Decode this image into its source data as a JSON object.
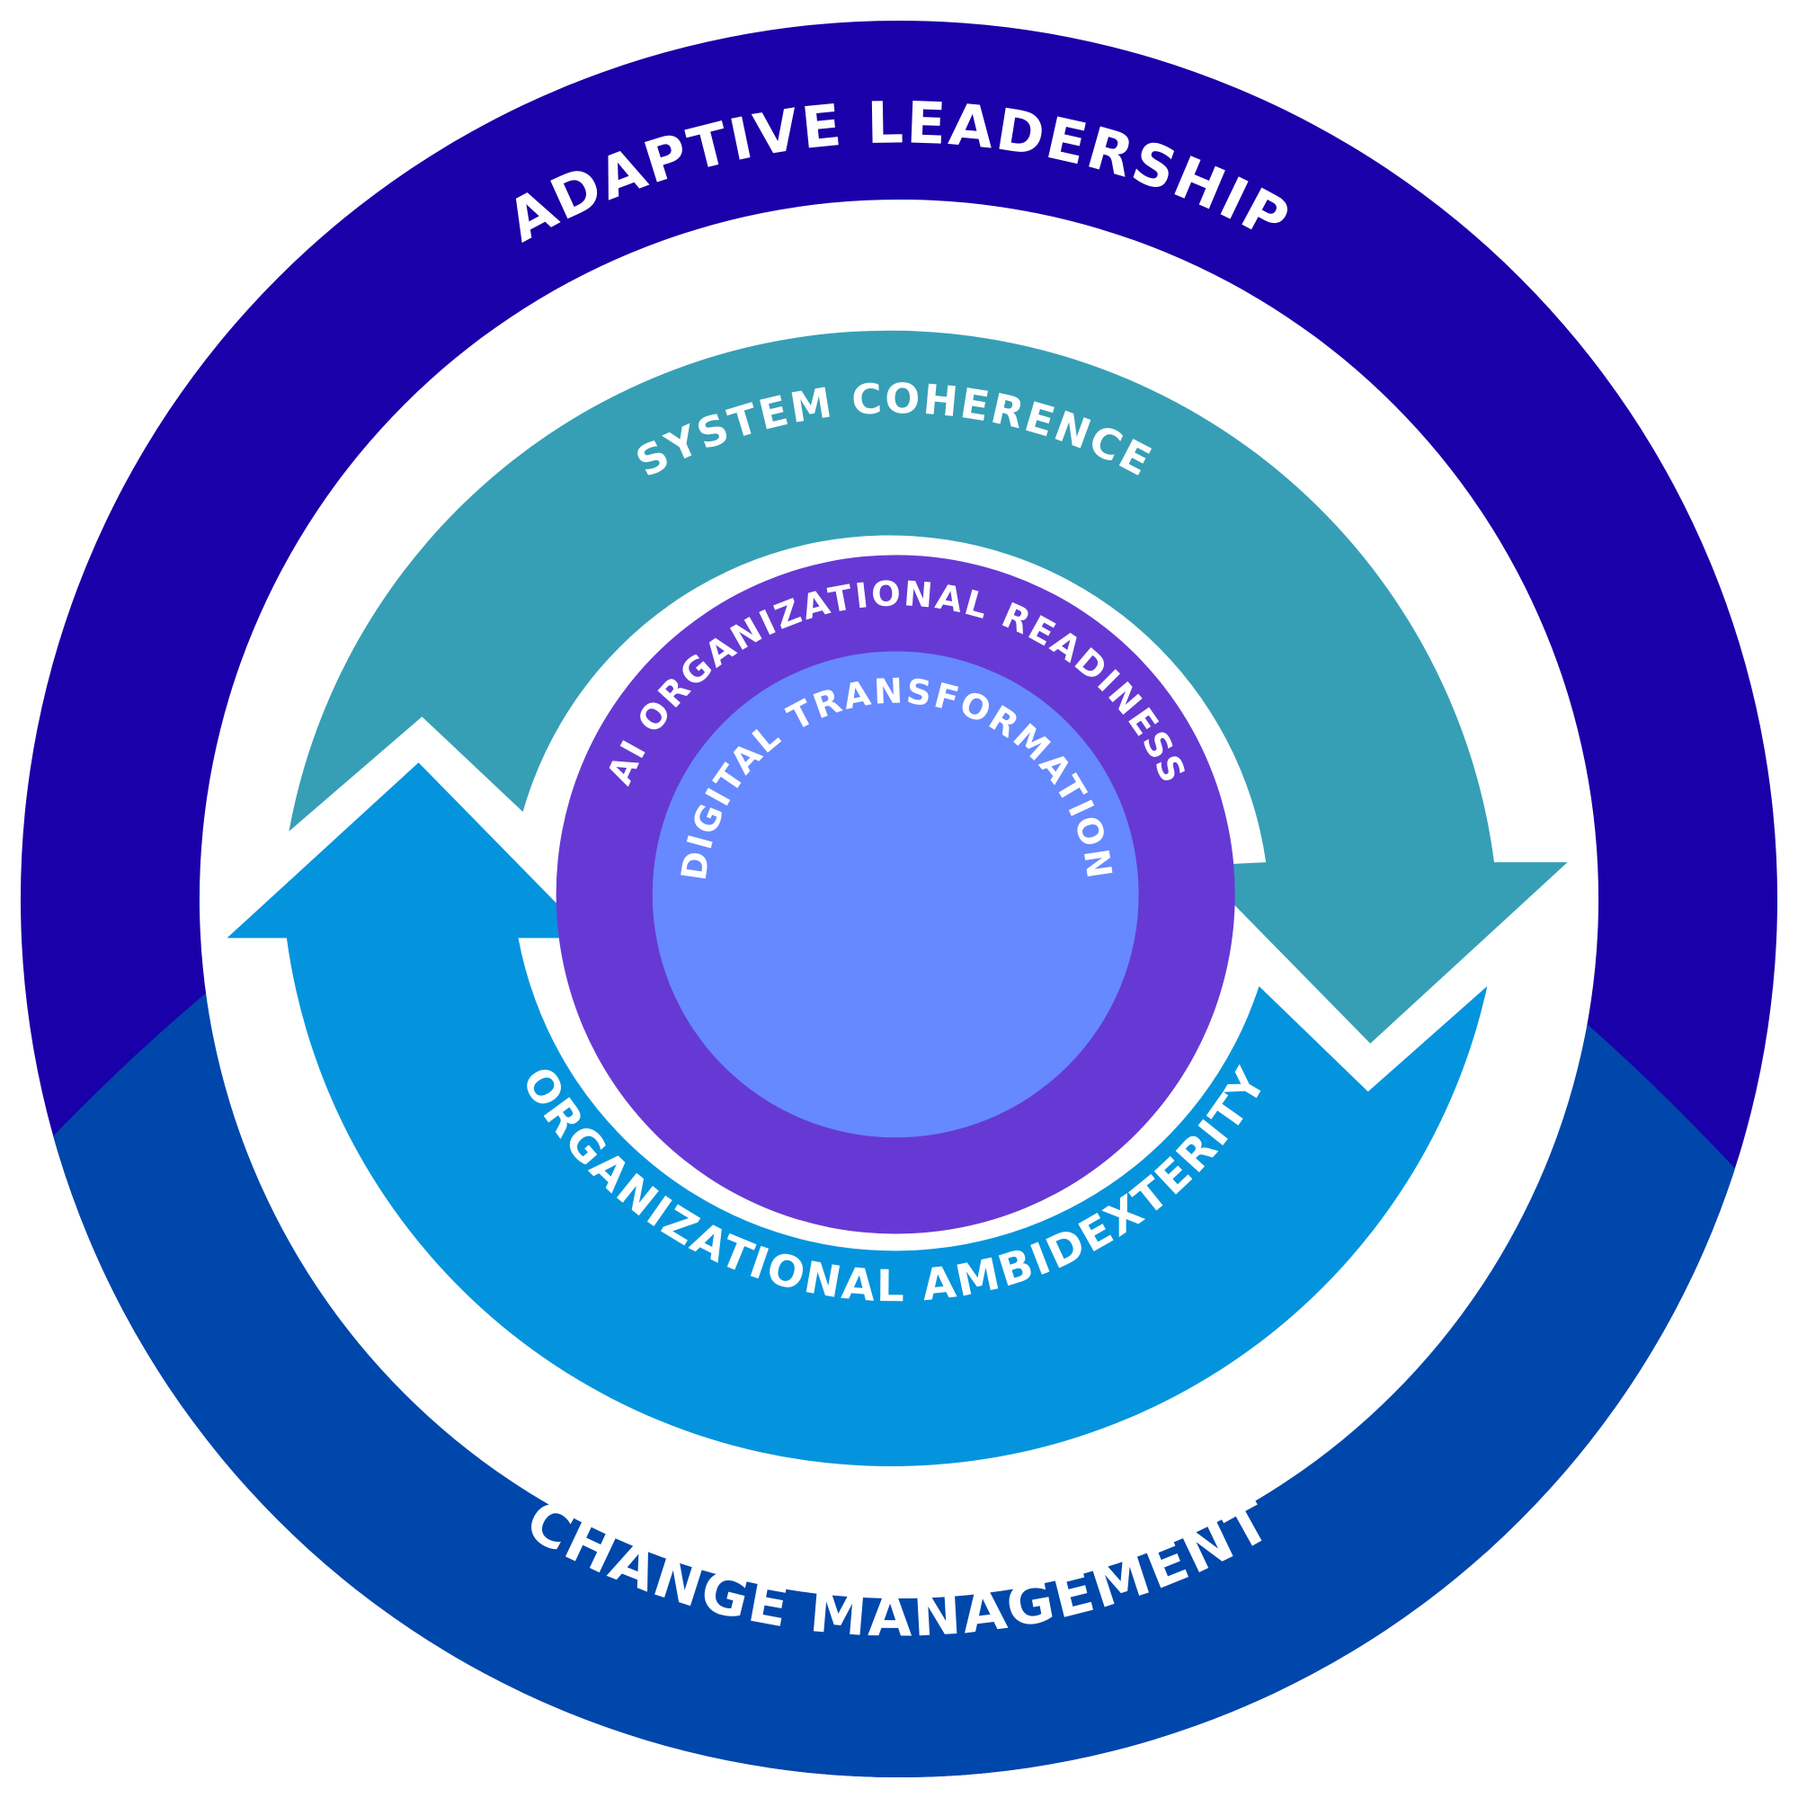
{
  "rings": {
    "outer_top": "ADAPTIVE LEADERSHIP",
    "outer_bottom": "CHANGE MANAGEMENT",
    "arrow_top": "SYSTEM COHERENCE",
    "arrow_bottom": "ORGANIZATIONAL AMBIDEXTERITY",
    "middle": "AI ORGANIZATIONAL READINESS",
    "core": "DIGITAL TRANSFORMATION"
  },
  "colors": {
    "adaptive_leadership": "#1a00a8",
    "change_management": "#0047ab",
    "system_coherence": "#369fb5",
    "organizational_ambidexterity": "#0494de",
    "ai_readiness": "#6639d4",
    "digital_transformation": "#6689ff"
  }
}
